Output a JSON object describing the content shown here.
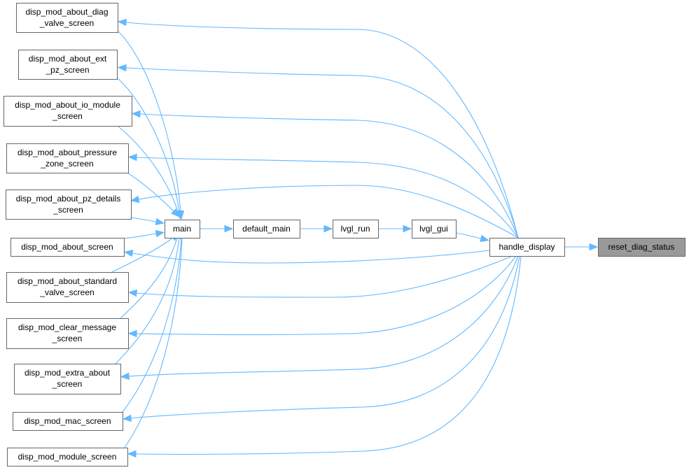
{
  "graph": {
    "edge_color": "#63b8ff",
    "highlight_fill": "#999999",
    "nodes": [
      {
        "id": "reset_diag_status",
        "lines": [
          "reset_diag_status"
        ],
        "highlighted": true
      },
      {
        "id": "handle_display",
        "lines": [
          "handle_display"
        ]
      },
      {
        "id": "lvgl_gui",
        "lines": [
          "lvgl_gui"
        ]
      },
      {
        "id": "lvgl_run",
        "lines": [
          "lvgl_run"
        ]
      },
      {
        "id": "default_main",
        "lines": [
          "default_main"
        ]
      },
      {
        "id": "main",
        "lines": [
          "main"
        ]
      },
      {
        "id": "diag_valve",
        "lines": [
          "disp_mod_about_diag",
          "_valve_screen"
        ]
      },
      {
        "id": "ext_pz",
        "lines": [
          "disp_mod_about_ext",
          "_pz_screen"
        ]
      },
      {
        "id": "io_module",
        "lines": [
          "disp_mod_about_io_module",
          "_screen"
        ]
      },
      {
        "id": "pressure_zone",
        "lines": [
          "disp_mod_about_pressure",
          "_zone_screen"
        ]
      },
      {
        "id": "pz_details",
        "lines": [
          "disp_mod_about_pz_details",
          "_screen"
        ]
      },
      {
        "id": "about_screen",
        "lines": [
          "disp_mod_about_screen"
        ]
      },
      {
        "id": "standard_valve",
        "lines": [
          "disp_mod_about_standard",
          "_valve_screen"
        ]
      },
      {
        "id": "clear_message",
        "lines": [
          "disp_mod_clear_message",
          "_screen"
        ]
      },
      {
        "id": "extra_about",
        "lines": [
          "disp_mod_extra_about",
          "_screen"
        ]
      },
      {
        "id": "mac_screen",
        "lines": [
          "disp_mod_mac_screen"
        ]
      },
      {
        "id": "module_screen",
        "lines": [
          "disp_mod_module_screen"
        ]
      }
    ],
    "edges": [
      {
        "from": "handle_display",
        "to": "reset_diag_status"
      },
      {
        "from": "lvgl_gui",
        "to": "handle_display"
      },
      {
        "from": "lvgl_run",
        "to": "lvgl_gui"
      },
      {
        "from": "default_main",
        "to": "lvgl_run"
      },
      {
        "from": "main",
        "to": "default_main"
      },
      {
        "from": "diag_valve",
        "to": "main"
      },
      {
        "from": "ext_pz",
        "to": "main"
      },
      {
        "from": "io_module",
        "to": "main"
      },
      {
        "from": "pressure_zone",
        "to": "main"
      },
      {
        "from": "pz_details",
        "to": "main"
      },
      {
        "from": "about_screen",
        "to": "main"
      },
      {
        "from": "standard_valve",
        "to": "main"
      },
      {
        "from": "clear_message",
        "to": "main"
      },
      {
        "from": "extra_about",
        "to": "main"
      },
      {
        "from": "mac_screen",
        "to": "main"
      },
      {
        "from": "module_screen",
        "to": "main"
      },
      {
        "from": "handle_display",
        "to": "diag_valve"
      },
      {
        "from": "handle_display",
        "to": "ext_pz"
      },
      {
        "from": "handle_display",
        "to": "io_module"
      },
      {
        "from": "handle_display",
        "to": "pressure_zone"
      },
      {
        "from": "handle_display",
        "to": "pz_details"
      },
      {
        "from": "handle_display",
        "to": "about_screen"
      },
      {
        "from": "handle_display",
        "to": "standard_valve"
      },
      {
        "from": "handle_display",
        "to": "clear_message"
      },
      {
        "from": "handle_display",
        "to": "extra_about"
      },
      {
        "from": "handle_display",
        "to": "mac_screen"
      },
      {
        "from": "handle_display",
        "to": "module_screen"
      }
    ]
  }
}
